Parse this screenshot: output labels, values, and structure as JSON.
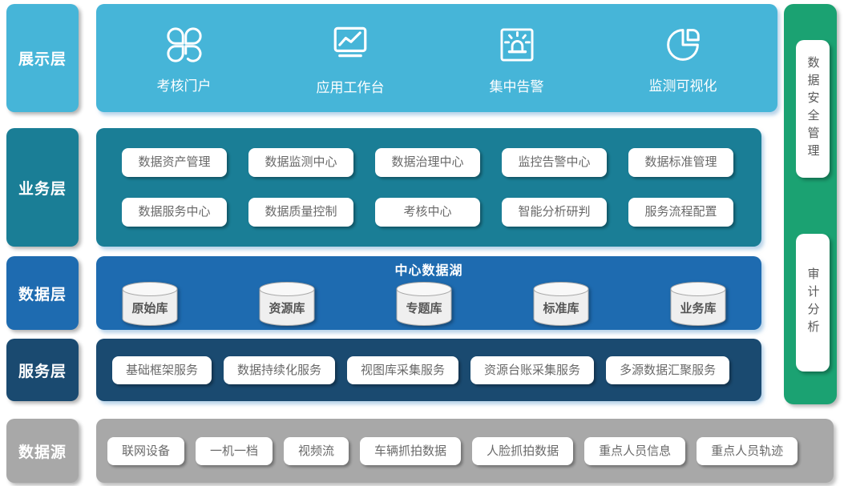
{
  "presentation": {
    "label": "展示层",
    "items": [
      {
        "icon": "clover-icon",
        "label": "考核门户"
      },
      {
        "icon": "monitor-chart-icon",
        "label": "应用工作台"
      },
      {
        "icon": "alarm-icon",
        "label": "集中告警"
      },
      {
        "icon": "pie-chart-icon",
        "label": "监测可视化"
      }
    ]
  },
  "business": {
    "label": "业务层",
    "pills": [
      "数据资产管理",
      "数据监测中心",
      "数据治理中心",
      "监控告警中心",
      "数据标准管理",
      "数据服务中心",
      "数据质量控制",
      "考核中心",
      "智能分析研判",
      "服务流程配置"
    ]
  },
  "data_layer": {
    "label": "数据层",
    "title": "中心数据湖",
    "databases": [
      "原始库",
      "资源库",
      "专题库",
      "标准库",
      "业务库"
    ]
  },
  "service_layer": {
    "label": "服务层",
    "pills": [
      "基础框架服务",
      "数据持续化服务",
      "视图库采集服务",
      "资源台账采集服务",
      "多源数据汇聚服务"
    ]
  },
  "data_sources": {
    "label": "数据源",
    "pills": [
      "联网设备",
      "一机一档",
      "视频流",
      "车辆抓拍数据",
      "人脸抓拍数据",
      "重点人员信息",
      "重点人员轨迹"
    ]
  },
  "right_rail": {
    "pills": [
      "数据安全管理",
      "审计分析"
    ]
  },
  "colors": {
    "presentation": "#46b5d8",
    "business": "#1a7e96",
    "data_layer": "#1e6bb0",
    "service_layer": "#1a4a70",
    "data_sources": "#a8a8a8",
    "right_rail_green": "#1ba272",
    "chip_text": "#696969"
  }
}
